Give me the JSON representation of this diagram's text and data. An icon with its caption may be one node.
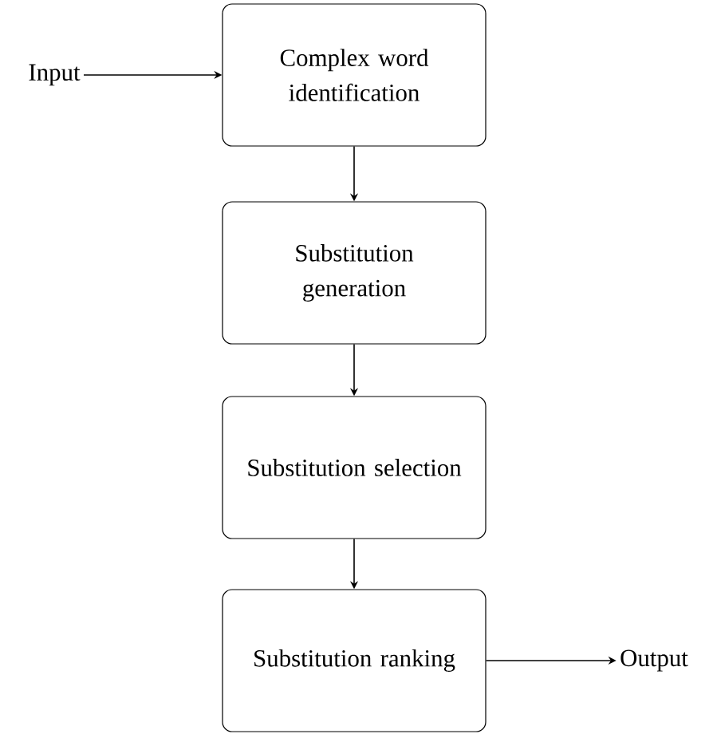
{
  "diagram": {
    "nodes": [
      {
        "text": [
          "Input"
        ]
      },
      {
        "text": [
          "Complex word identification"
        ]
      },
      {
        "text": [
          "Substitution generation"
        ]
      },
      {
        "text": [
          "Substitution selection"
        ]
      },
      {
        "text": [
          "Substitution ranking"
        ]
      },
      {
        "text": [
          "Output"
        ]
      }
    ],
    "edges": [
      {
        "from": 0,
        "to": 1,
        "arrow": "to"
      },
      {
        "from": 1,
        "to": 2,
        "arrow": "to"
      },
      {
        "from": 2,
        "to": 3,
        "arrow": "to"
      },
      {
        "from": 3,
        "to": 4,
        "arrow": "to"
      },
      {
        "from": 4,
        "to": 5,
        "arrow": "to"
      }
    ]
  }
}
